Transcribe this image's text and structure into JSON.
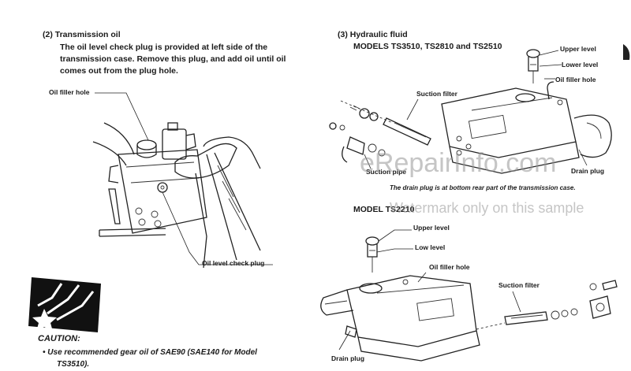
{
  "left_section": {
    "heading": "(2)  Transmission oil",
    "paragraph_lines": [
      "The oil level check plug is provided at left side of the",
      "transmission case. Remove this plug, and add oil until oil",
      "comes out from the plug hole."
    ],
    "labels": {
      "oil_filler_hole": "Oil filler hole",
      "oil_level_check_plug": "Oil level check plug"
    },
    "caution": {
      "heading": "CAUTION:",
      "item_lines": [
        "•  Use recommended gear oil of SAE90 (SAE140 for Model",
        "TS3510)."
      ]
    }
  },
  "right_section": {
    "heading": "(3)  Hydraulic fluid",
    "models_line": "MODELS TS3510, TS2810 and TS2510",
    "top_labels": {
      "upper_level": "Upper level",
      "lower_level": "Lower level",
      "oil_filler_hole": "Oil filler hole",
      "suction_filter": "Suction filter",
      "suction_pipe": "Suction pipe",
      "drain_plug": "Drain plug"
    },
    "caption": "The drain plug is at bottom rear part of the transmission case.",
    "model2_heading": "MODEL TS2210",
    "bottom_labels": {
      "upper_level": "Upper level",
      "low_level": "Low level",
      "oil_filler_hole": "Oil filler hole",
      "suction_filter": "Suction filter",
      "drain_plug": "Drain plug"
    }
  },
  "watermarks": {
    "site": "eRepairInfo.com",
    "sample": "Watermark only on this sample"
  }
}
